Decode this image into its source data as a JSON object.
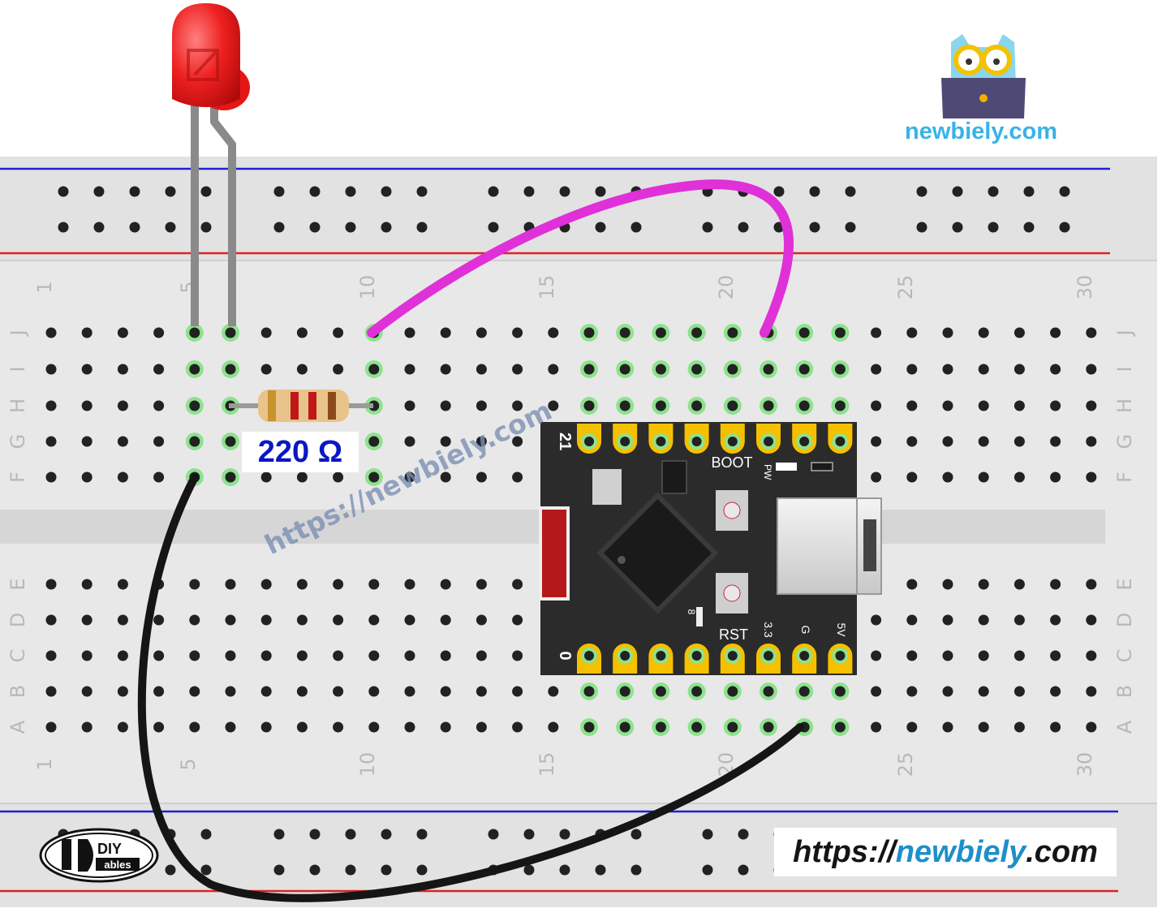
{
  "brand": {
    "site_name": "newbiely.com",
    "watermark_text": "https://newbiely.com",
    "url_part1": "https://",
    "url_part2": "newbiely",
    "url_part3": ".com",
    "diy_logo_text_top": "DIY",
    "diy_logo_text_bottom": "ables"
  },
  "resistor": {
    "label": "220 Ω"
  },
  "breadboard": {
    "row_labels_top": [
      "J",
      "I",
      "H",
      "G",
      "F"
    ],
    "row_labels_bottom": [
      "E",
      "D",
      "C",
      "B",
      "A"
    ],
    "column_numbers": [
      "1",
      "5",
      "10",
      "15",
      "20",
      "25",
      "30"
    ]
  },
  "board": {
    "pin_label_top": "21",
    "pin_label_bottom": "0",
    "boot_label": "BOOT",
    "rst_label": "RST",
    "pin_33_label": "3.3",
    "pin_g_label": "G",
    "pin_5v_label": "5V",
    "pwr_label": "PW",
    "small_label": "8"
  },
  "colors": {
    "breadboard": "#e8e8e8",
    "rail_red": "#e02020",
    "rail_blue": "#2020d0",
    "led_red": "#e51616",
    "wire_magenta": "#e030d8",
    "wire_black": "#151515",
    "board_black": "#2b2b2b",
    "pad_gold": "#f5c000",
    "hole_green": "#8ee28e",
    "resistor_label": "#0a17c4",
    "brand_blue": "#38b3e8"
  }
}
